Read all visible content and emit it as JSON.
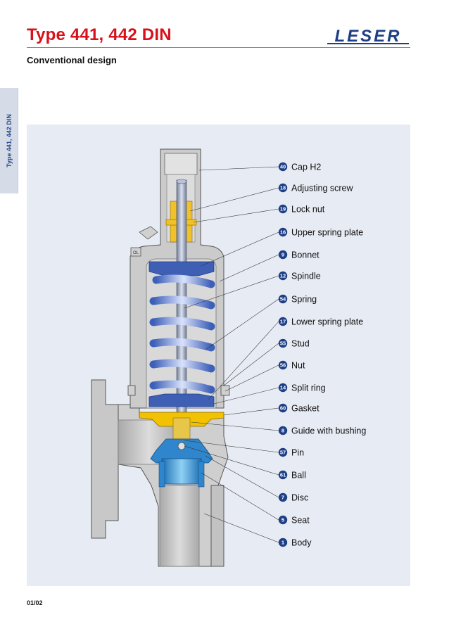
{
  "header": {
    "title": "Type 441, 442 DIN",
    "logo_text": "LESER",
    "subtitle": "Conventional design"
  },
  "side_tab": {
    "label": "Type 441, 442 DIN"
  },
  "footer": {
    "page": "01/02"
  },
  "colors": {
    "title_red": "#d8111a",
    "brand_blue": "#1d3f86",
    "panel_bg": "#e7ebf4",
    "spring_blue": "#5e7ed0",
    "gasket_yellow": "#f2c200",
    "metal_gray": "#c9c9c9"
  },
  "callouts": [
    {
      "num": "40",
      "label": "Cap H2"
    },
    {
      "num": "18",
      "label": "Adjusting screw"
    },
    {
      "num": "19",
      "label": "Lock nut"
    },
    {
      "num": "16",
      "label": "Upper spring plate"
    },
    {
      "num": "9",
      "label": "Bonnet"
    },
    {
      "num": "12",
      "label": "Spindle"
    },
    {
      "num": "54",
      "label": "Spring"
    },
    {
      "num": "17",
      "label": "Lower spring plate"
    },
    {
      "num": "55",
      "label": "Stud"
    },
    {
      "num": "56",
      "label": "Nut"
    },
    {
      "num": "14",
      "label": "Split ring"
    },
    {
      "num": "60",
      "label": "Gasket"
    },
    {
      "num": "8",
      "label": "Guide with bushing"
    },
    {
      "num": "57",
      "label": "Pin"
    },
    {
      "num": "61",
      "label": "Ball"
    },
    {
      "num": "7",
      "label": "Disc"
    },
    {
      "num": "5",
      "label": "Seat"
    },
    {
      "num": "1",
      "label": "Body"
    }
  ],
  "drawing": {
    "lift_lever_label": "OL"
  }
}
